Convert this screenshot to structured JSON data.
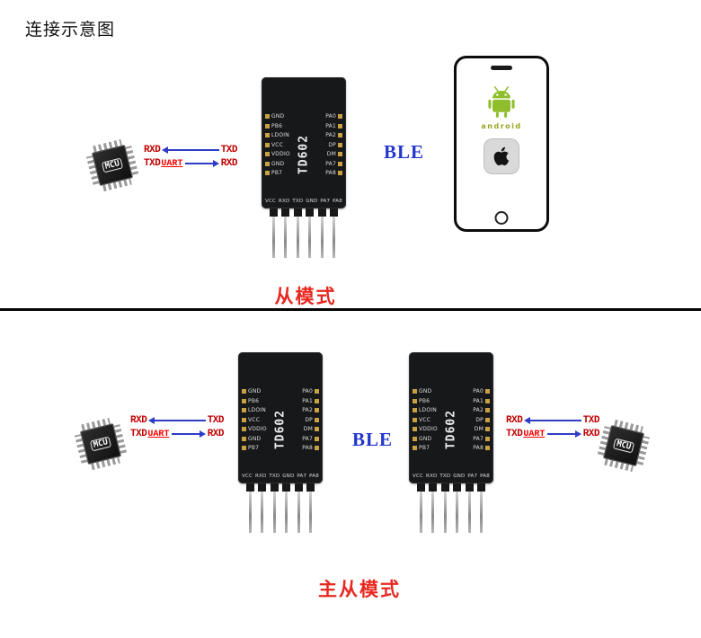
{
  "title": "连接示意图",
  "mcu": {
    "label": "MCU"
  },
  "uart": {
    "rxd": "RXD",
    "txd": "TXD",
    "bus": "UART"
  },
  "module": {
    "name": "TD602",
    "left_pins": [
      "GND",
      "PB6",
      "LDOIN",
      "VCC",
      "VDDIO",
      "GND",
      "PB7"
    ],
    "right_pins": [
      "PA0",
      "PA1",
      "PA2",
      "DP",
      "DM",
      "PA7",
      "PA8"
    ],
    "bottom_pins": [
      "VCC",
      "RXD",
      "TXD",
      "GND",
      "PA7",
      "PA8"
    ]
  },
  "ble_label": "BLE",
  "phone": {
    "android_text": "android"
  },
  "sections": {
    "top": {
      "mode_label": "从模式"
    },
    "bottom": {
      "mode_label": "主从模式"
    }
  },
  "colors": {
    "signal_red": "#c00000",
    "uart_red": "#ff0000",
    "arrow_blue": "#2f3cc8",
    "ble_blue": "#2236cc",
    "mode_red": "#e82820",
    "pad_gold": "#c9a143",
    "android_green": "#8fbe2d"
  }
}
